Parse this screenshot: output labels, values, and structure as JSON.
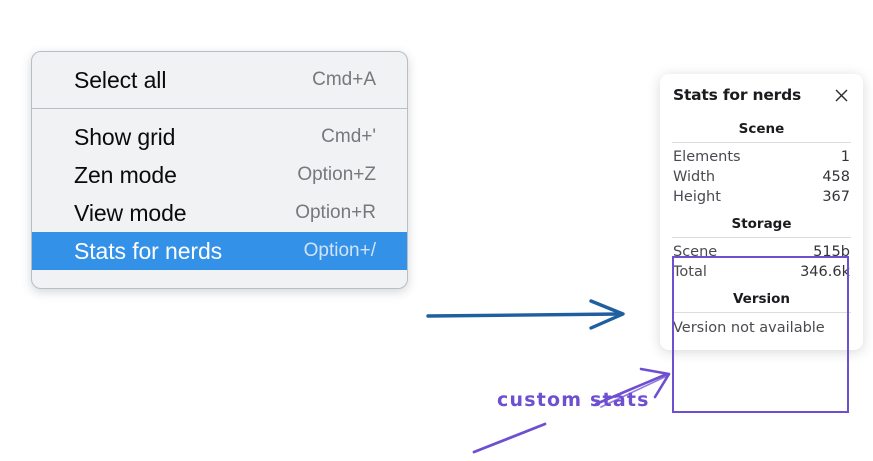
{
  "menu": {
    "name": "context-menu",
    "groups": [
      {
        "items": [
          {
            "label": "Select all",
            "shortcut": "Cmd+A",
            "selected": false,
            "name": "menu-item-select-all"
          }
        ]
      },
      {
        "items": [
          {
            "label": "Show grid",
            "shortcut": "Cmd+'",
            "selected": false,
            "name": "menu-item-show-grid"
          },
          {
            "label": "Zen mode",
            "shortcut": "Option+Z",
            "selected": false,
            "name": "menu-item-zen-mode"
          },
          {
            "label": "View mode",
            "shortcut": "Option+R",
            "selected": false,
            "name": "menu-item-view-mode"
          },
          {
            "label": "Stats for nerds",
            "shortcut": "Option+/",
            "selected": true,
            "name": "menu-item-stats-for-nerds"
          }
        ]
      }
    ]
  },
  "stats_panel": {
    "title": "Stats for nerds",
    "close_icon": "close-icon",
    "sections": [
      {
        "title": "Scene",
        "name": "stats-section-scene",
        "rows": [
          {
            "key": "Elements",
            "value": "1"
          },
          {
            "key": "Width",
            "value": "458"
          },
          {
            "key": "Height",
            "value": "367"
          }
        ]
      },
      {
        "title": "Storage",
        "name": "stats-section-storage",
        "rows": [
          {
            "key": "Scene",
            "value": "515b"
          },
          {
            "key": "Total",
            "value": "346.6k"
          }
        ]
      },
      {
        "title": "Version",
        "name": "stats-section-version",
        "note": "Version not available",
        "rows": []
      }
    ]
  },
  "annotations": {
    "label": "custom stats",
    "arrow_blue_color": "#1f5fa0",
    "arrow_purple_color": "#6d4fd0",
    "highlight_color": "#6d4fd0"
  },
  "colors": {
    "menu_background": "#f0f2f4",
    "menu_border": "#b6bec6",
    "selection_blue": "#3391e8",
    "panel_background": "#ffffff",
    "page_background": "#ffffff",
    "shortcut_text": "#77787c"
  }
}
